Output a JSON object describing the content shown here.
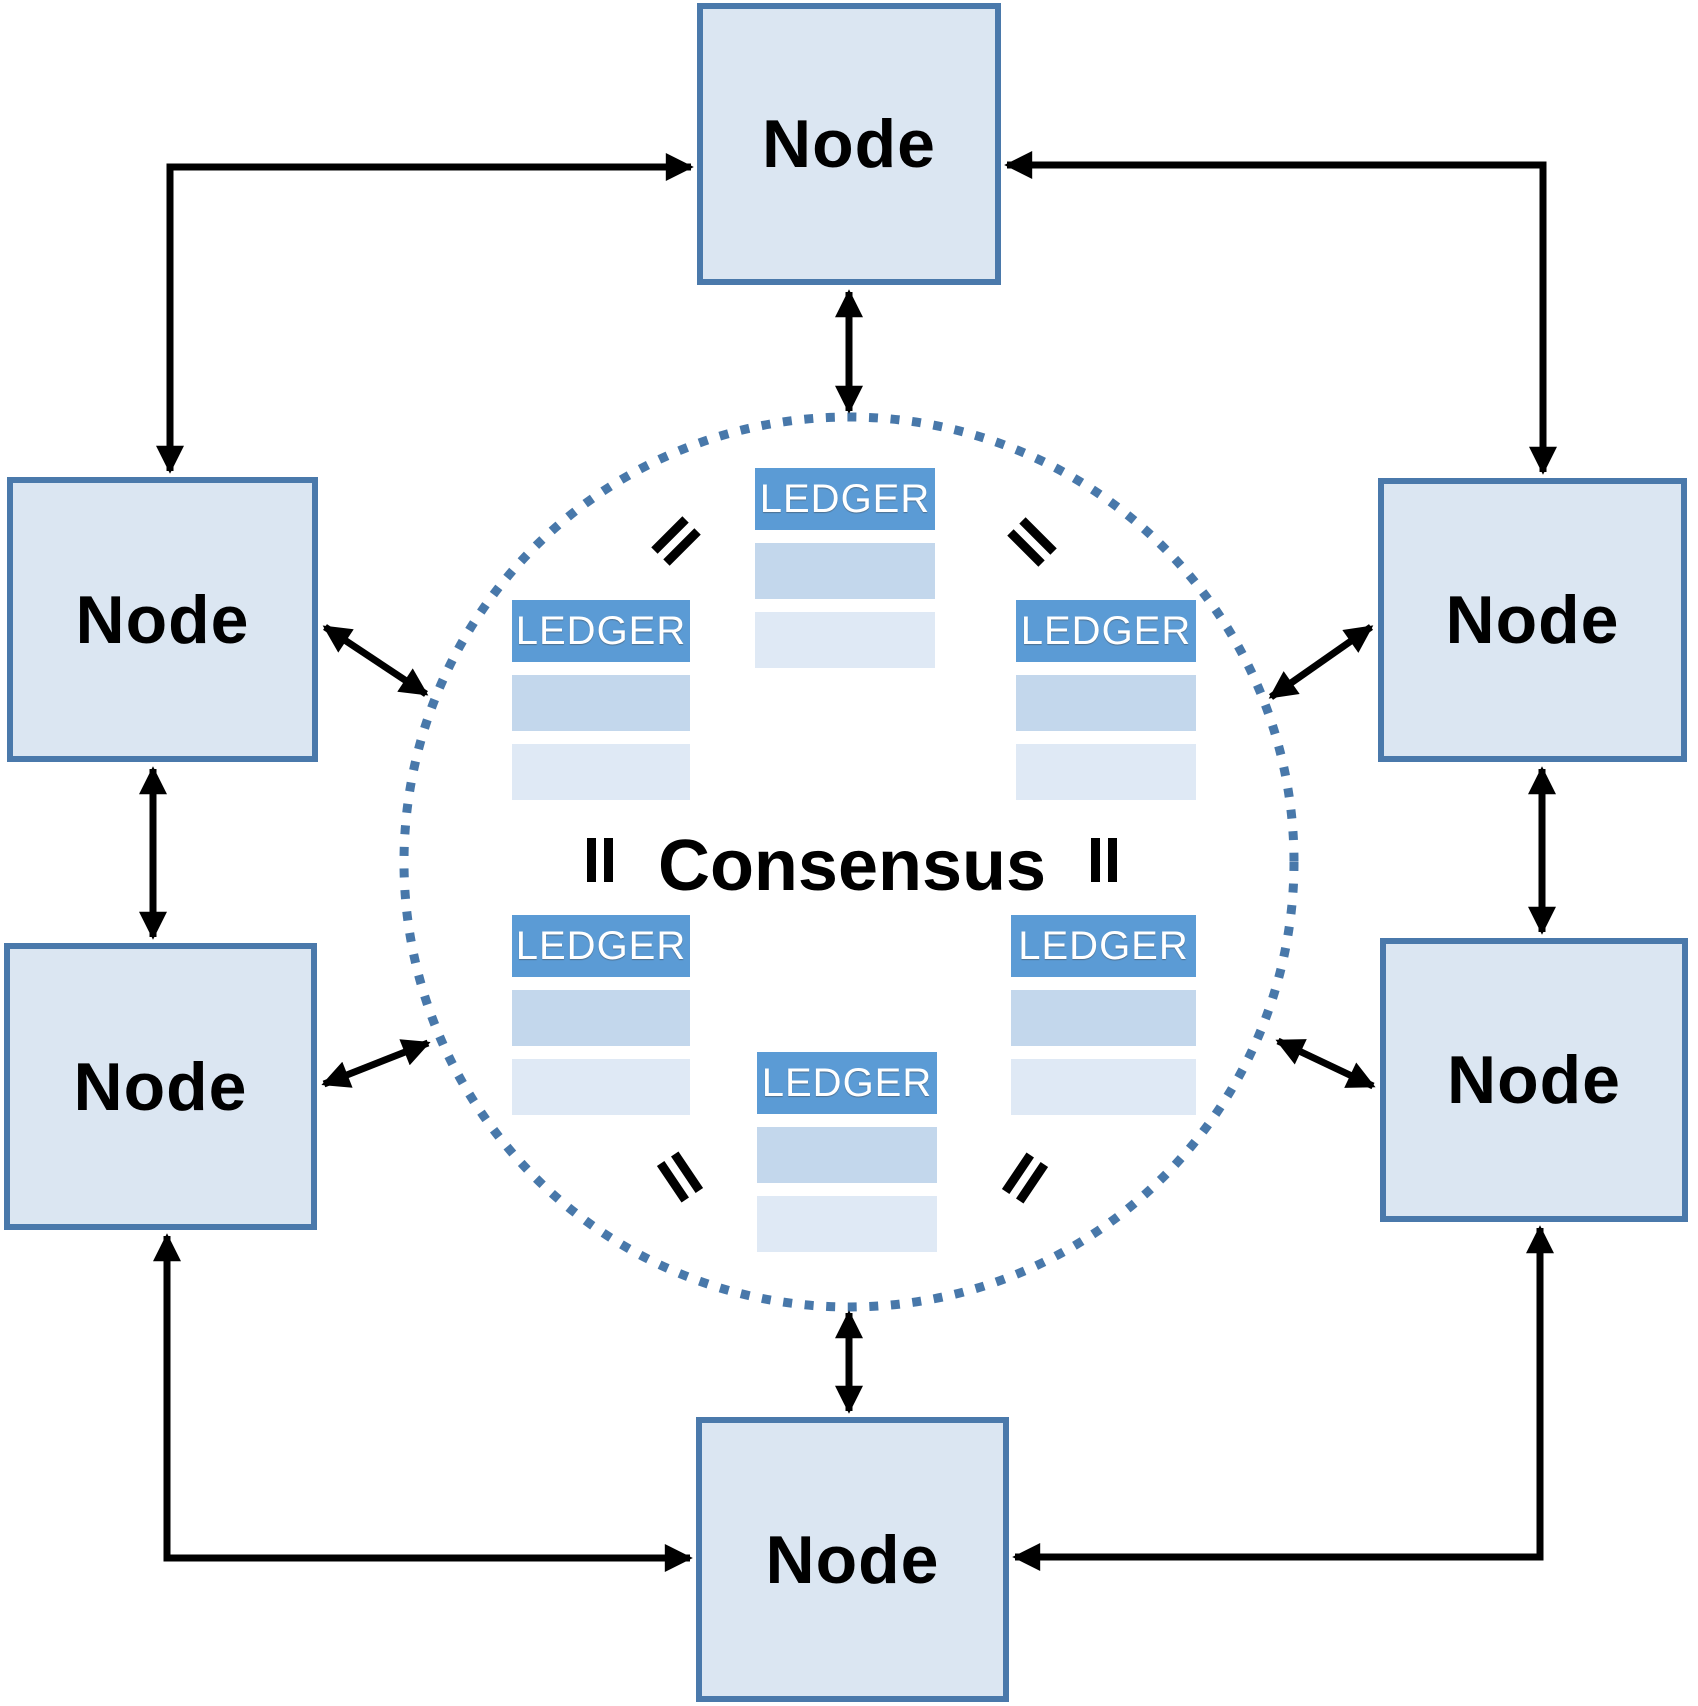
{
  "diagram": {
    "center_label": "Consensus",
    "node_label": "Node",
    "ledger_label": "LEDGER"
  },
  "nodes": [
    {
      "id": "top",
      "label": "Node"
    },
    {
      "id": "left-upper",
      "label": "Node"
    },
    {
      "id": "left-lower",
      "label": "Node"
    },
    {
      "id": "right-upper",
      "label": "Node"
    },
    {
      "id": "right-lower",
      "label": "Node"
    },
    {
      "id": "bottom",
      "label": "Node"
    }
  ],
  "consensus": {
    "label": "Consensus"
  },
  "ledgers": [
    {
      "id": "top-center",
      "label": "LEDGER"
    },
    {
      "id": "left-upper",
      "label": "LEDGER"
    },
    {
      "id": "right-upper",
      "label": "LEDGER"
    },
    {
      "id": "left-lower",
      "label": "LEDGER"
    },
    {
      "id": "right-lower",
      "label": "LEDGER"
    },
    {
      "id": "bottom-center",
      "label": "LEDGER"
    }
  ],
  "icons": {
    "equals": "rotated-equals-sign (ledger equality)",
    "arrows": "black double-headed connection arrows",
    "circle": "dotted consensus ring"
  },
  "colors": {
    "node_fill": "#dbe6f2",
    "node_border": "#4a79ab",
    "ledger_header": "#5b9bd5",
    "ledger_row_medium": "#c3d7ec",
    "ledger_row_light": "#dfe9f5",
    "consensus_ring": "#4878aa",
    "arrow": "#000000",
    "text": "#000000",
    "ledger_text": "#ffffff",
    "background": "#ffffff"
  }
}
